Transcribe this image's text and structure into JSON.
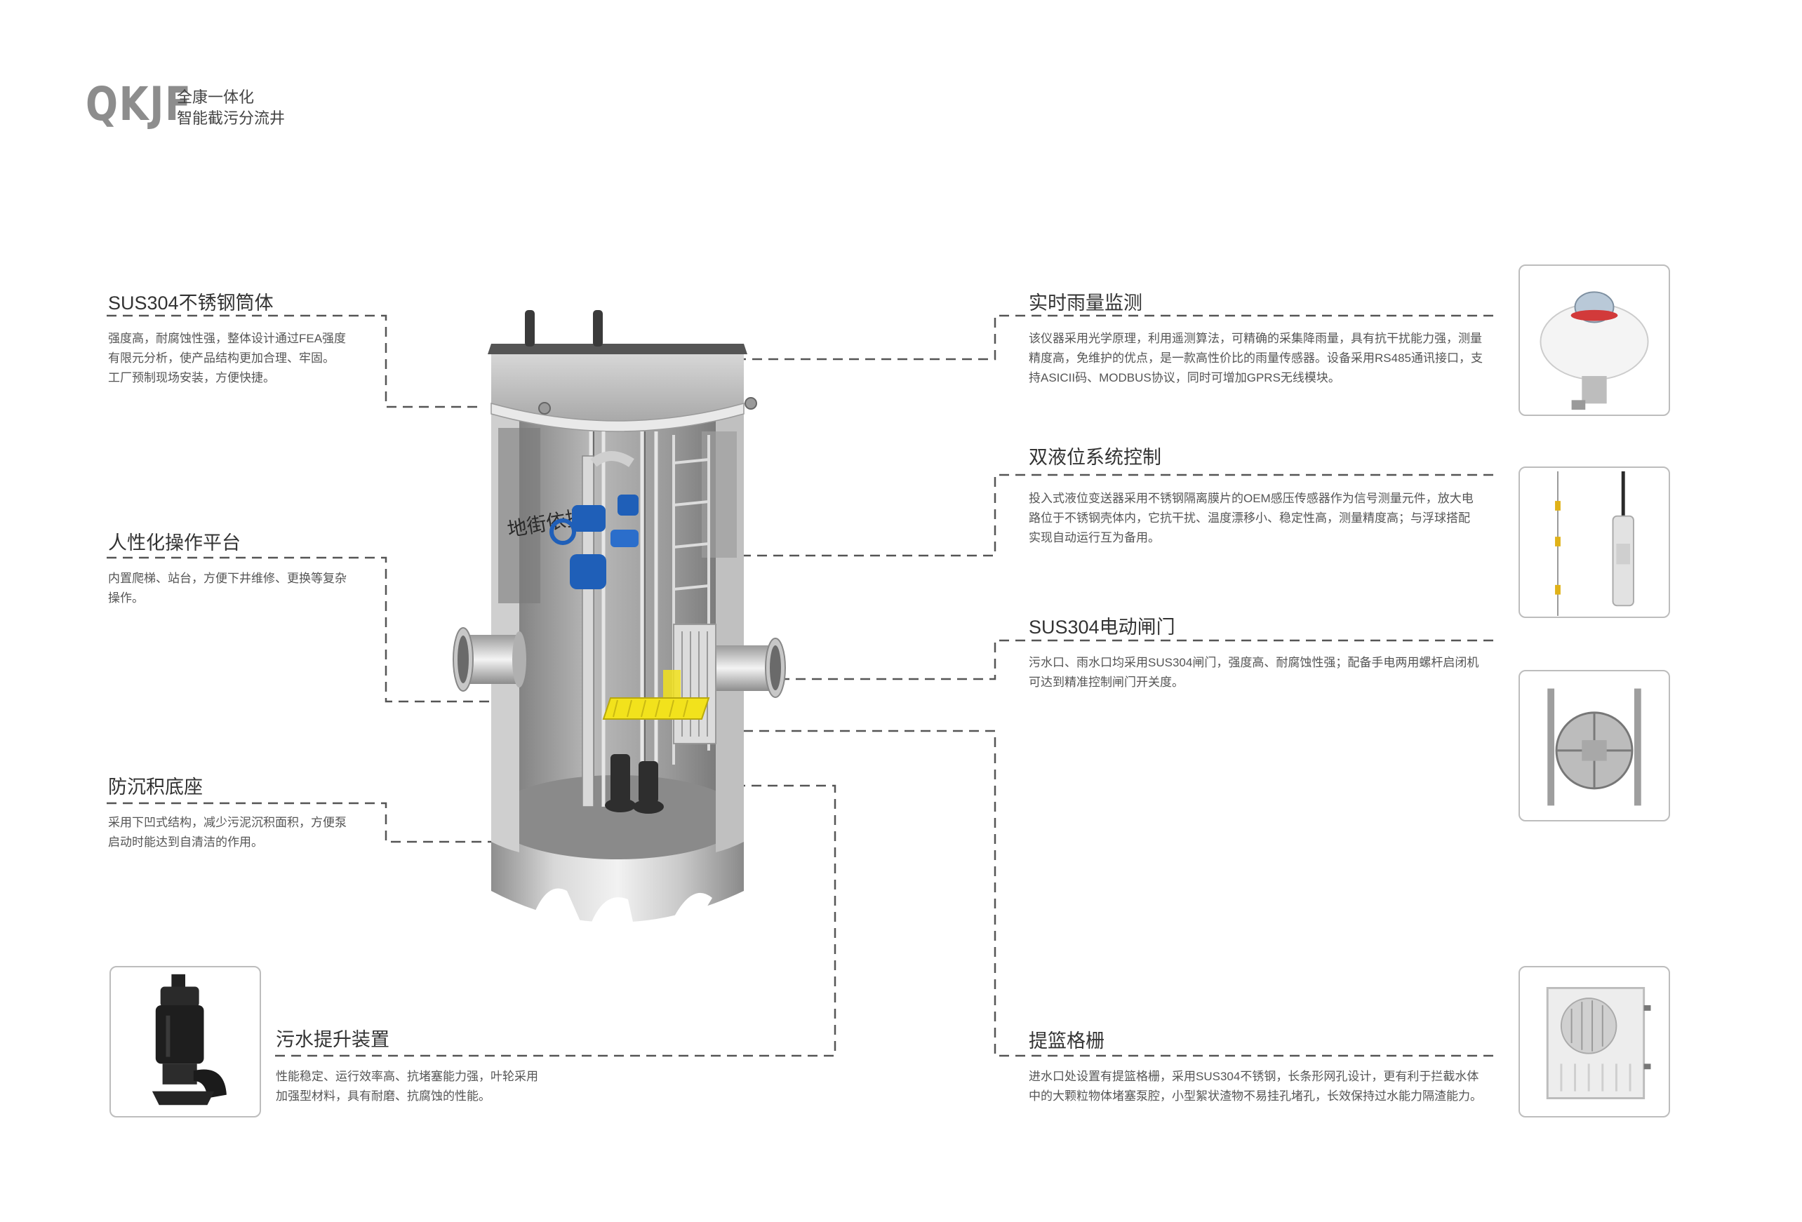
{
  "header": {
    "logo": "QKJF",
    "tagline_line1": "全康一体化",
    "tagline_line2": "智能截污分流井"
  },
  "sections": {
    "tank_body": {
      "title": "SUS304不锈钢筒体",
      "lines": [
        "强度高，耐腐蚀性强，整体设计通过FEA强度",
        "有限元分析，使产品结构更加合理、牢固。",
        "工厂预制现场安装，方便快捷。"
      ]
    },
    "platform": {
      "title": "人性化操作平台",
      "lines": [
        "内置爬梯、站台，方便下井维修、更换等复杂",
        "操作。"
      ]
    },
    "base": {
      "title": "防沉积底座",
      "lines": [
        "采用下凹式结构，减少污泥沉积面积，方便泵",
        "启动时能达到自清洁的作用。"
      ]
    },
    "pump": {
      "title": "污水提升装置",
      "lines": [
        "性能稳定、运行效率高、抗堵塞能力强，叶轮采用",
        "加强型材料，具有耐磨、抗腐蚀的性能。"
      ]
    },
    "rain": {
      "title": "实时雨量监测",
      "lines": [
        "该仪器采用光学原理，利用遥测算法，可精确的采集降雨量，具有抗干扰能力强，测量",
        "精度高，免维护的优点，是一款高性价比的雨量传感器。设备采用RS485通讯接口，支",
        "持ASICII码、MODBUS协议，同时可增加GPRS无线模块。"
      ]
    },
    "level": {
      "title": "双液位系统控制",
      "lines": [
        "投入式液位变送器采用不锈钢隔离膜片的OEM感压传感器作为信号测量元件，放大电",
        "路位于不锈钢壳体内，它抗干扰、温度漂移小、稳定性高，测量精度高；与浮球搭配",
        "实现自动运行互为备用。"
      ]
    },
    "gate": {
      "title": "SUS304电动闸门",
      "lines": [
        "污水口、雨水口均采用SUS304闸门，强度高、耐腐蚀性强；配备手电两用螺杆启闭机",
        "可达到精准控制闸门开关度。"
      ]
    },
    "basket": {
      "title": "提篮格栅",
      "lines": [
        "进水口处设置有提篮格栅，采用SUS304不锈钢，长条形网孔设计，更有利于拦截水体",
        "中的大颗粒物体堵塞泵腔，小型絮状渣物不易挂孔堵孔，长效保持过水能力隔渣能力。"
      ]
    }
  },
  "diagram_text": {
    "tank_marking": "地街依据"
  },
  "colors": {
    "leader_line": "#555555",
    "steel": "#b5b5b5",
    "valve_blue": "#1f5fb8",
    "platform_yellow": "#f2e21c",
    "thumb_border": "#bdbdbd"
  }
}
